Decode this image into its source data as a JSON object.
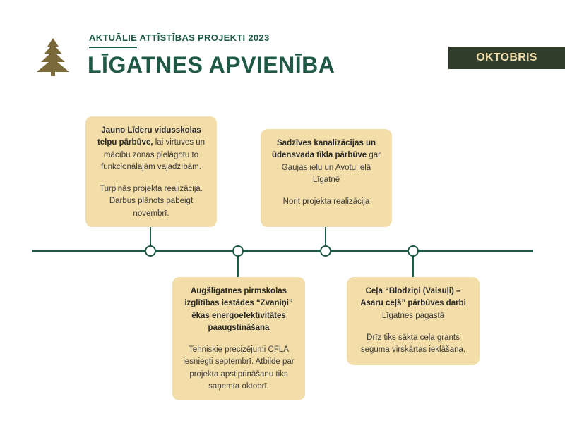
{
  "header": {
    "subtitle": "AKTUĀLIE ATTĪSTĪBAS PROJEKTI 2023",
    "title": "LĪGATNES APVIENĪBA",
    "month": "OKTOBRIS",
    "logo_icon": "pine-tree-icon"
  },
  "colors": {
    "primary_green": "#1f5a44",
    "card_bg": "#f3deaa",
    "badge_bg": "#2f3d2a",
    "badge_text": "#f3deaa",
    "logo": "#7a6a3a"
  },
  "projects": [
    {
      "title": "Jauno Līderu vidusskolas telpu pārbūve,",
      "desc": "lai virtuves un mācību zonas pielāgotu to funkcionālajām vajadzībām.",
      "status": "Turpinās projekta realizācija. Darbus plānots pabeigt novembrī."
    },
    {
      "title": "Augšlīgatnes pirmskolas izglītības iestādes “Zvaniņi” ēkas energoefektivitātes paaugstināšana",
      "desc": "",
      "status": "Tehniskie precizējumi CFLA iesniegti septembrī. Atbilde par projekta apstiprināšanu tiks saņemta oktobrī."
    },
    {
      "title": "Sadzīves kanalizācijas un ūdensvada tīkla pārbūve",
      "desc": "gar Gaujas ielu un Avotu ielā Līgatnē",
      "status": "Norit projekta realizācija"
    },
    {
      "title": "Ceļa “Blodziņi (Vaisuļi) – Asaru ceļš” pārbūves darbi",
      "desc": "Līgatnes pagastā",
      "status": "Drīz tiks sākta ceļa grants seguma virskārtas ieklāšana."
    }
  ]
}
